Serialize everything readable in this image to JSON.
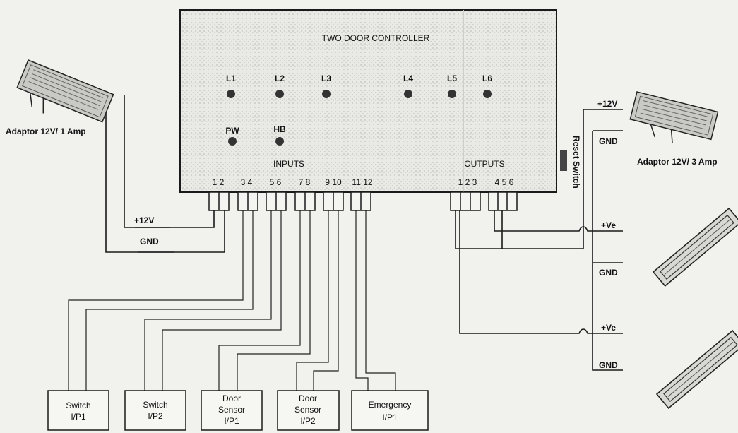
{
  "controller": {
    "title": "TWO DOOR CONTROLLER",
    "leds": [
      "L1",
      "L2",
      "L3",
      "L4",
      "L5",
      "L6"
    ],
    "status_leds": [
      "PW",
      "HB"
    ],
    "inputs_label": "INPUTS",
    "outputs_label": "OUTPUTS",
    "input_terminals": [
      "1 2",
      "3 4",
      "5 6",
      "7 8",
      "9 10",
      "11 12"
    ],
    "output_terminals": [
      "1 2 3",
      "4 5 6"
    ],
    "reset_switch": "Reset Switch"
  },
  "adaptors": {
    "left": "Adaptor 12V/ 1 Amp",
    "right": "Adaptor 12V/ 3 Amp"
  },
  "wire_labels": {
    "left_plus": "+12V",
    "left_gnd": "GND",
    "right_plus": "+12V",
    "right_gnd": "GND",
    "lock1_plus": "+Ve",
    "lock1_gnd": "GND",
    "lock2_plus": "+Ve",
    "lock2_gnd": "GND"
  },
  "input_devices": [
    {
      "line1": "Switch",
      "line2": "I/P1"
    },
    {
      "line1": "Switch",
      "line2": "I/P2"
    },
    {
      "line1": "Door",
      "line2": "Sensor",
      "line3": "I/P1"
    },
    {
      "line1": "Door",
      "line2": "Sensor",
      "line3": "I/P2"
    },
    {
      "line1": "Emergency",
      "line2": "I/P1"
    }
  ]
}
